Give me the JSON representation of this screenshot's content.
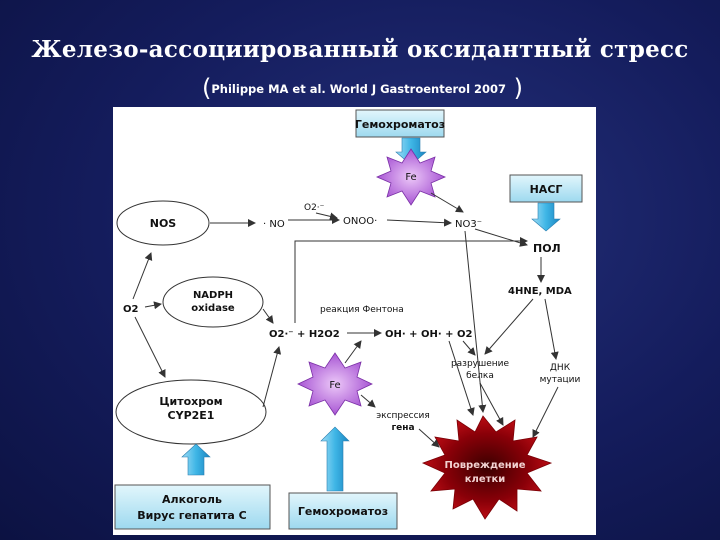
{
  "title": "Железо-ассоциированный оксидантный стресс",
  "citation": "Philippe MA et al. World J Gastroenterol 2007",
  "diagram": {
    "box_hemochromatosis_top": "Гемохроматоз",
    "fe_top": "Fe",
    "box_nash": "НАСГ",
    "nos": "NOS",
    "no": "· NO",
    "o2_radical_top": "O2·⁻",
    "onoo": "ONOO·",
    "no3": "NO3⁻",
    "pol": "ПОЛ",
    "hne_mda": "4HNE, MDA",
    "nadph_line1": "NADPH",
    "nadph_line2": "oxidase",
    "o2": "O2",
    "fenton": "реакция Фентона",
    "o2_h2o2": "O2·⁻ + H2O2",
    "oh_reaction": "OH· + OH· + O2",
    "protein_line1": "разрушение",
    "protein_line2": "белка",
    "dna_line1": "ДНК",
    "dna_line2": "мутации",
    "fe_bottom": "Fe",
    "gene_line1": "экспрессия",
    "gene_line2": "гена",
    "cyp_line1": "Цитохром",
    "cyp_line2": "CYP2E1",
    "damage_line1": "Повреждение",
    "damage_line2": "клетки",
    "box_alcohol_line1": "Алкоголь",
    "box_alcohol_line2": "Вирус гепатита С",
    "box_hemochromatosis_bottom": "Гемохроматоз"
  },
  "colors": {
    "box_fill": "#bfe8f5",
    "star_purple": "#a24fd0",
    "star_center": "#d9a8ee",
    "damage_red": "#c8101a",
    "arrow_blue": "#3fb6e6"
  }
}
